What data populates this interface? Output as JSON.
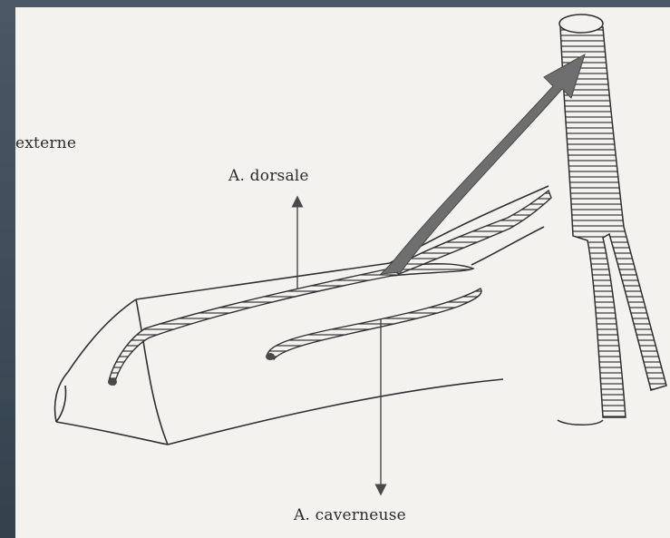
{
  "labels": {
    "externe": "externe",
    "dorsale": "A. dorsale",
    "caverneuse": "A. caverneuse"
  },
  "colors": {
    "background": "#3f4d5a",
    "paper": "#f3f2ee",
    "ink": "#2a2a2a",
    "arrow_fill": "#6e6e6e"
  }
}
